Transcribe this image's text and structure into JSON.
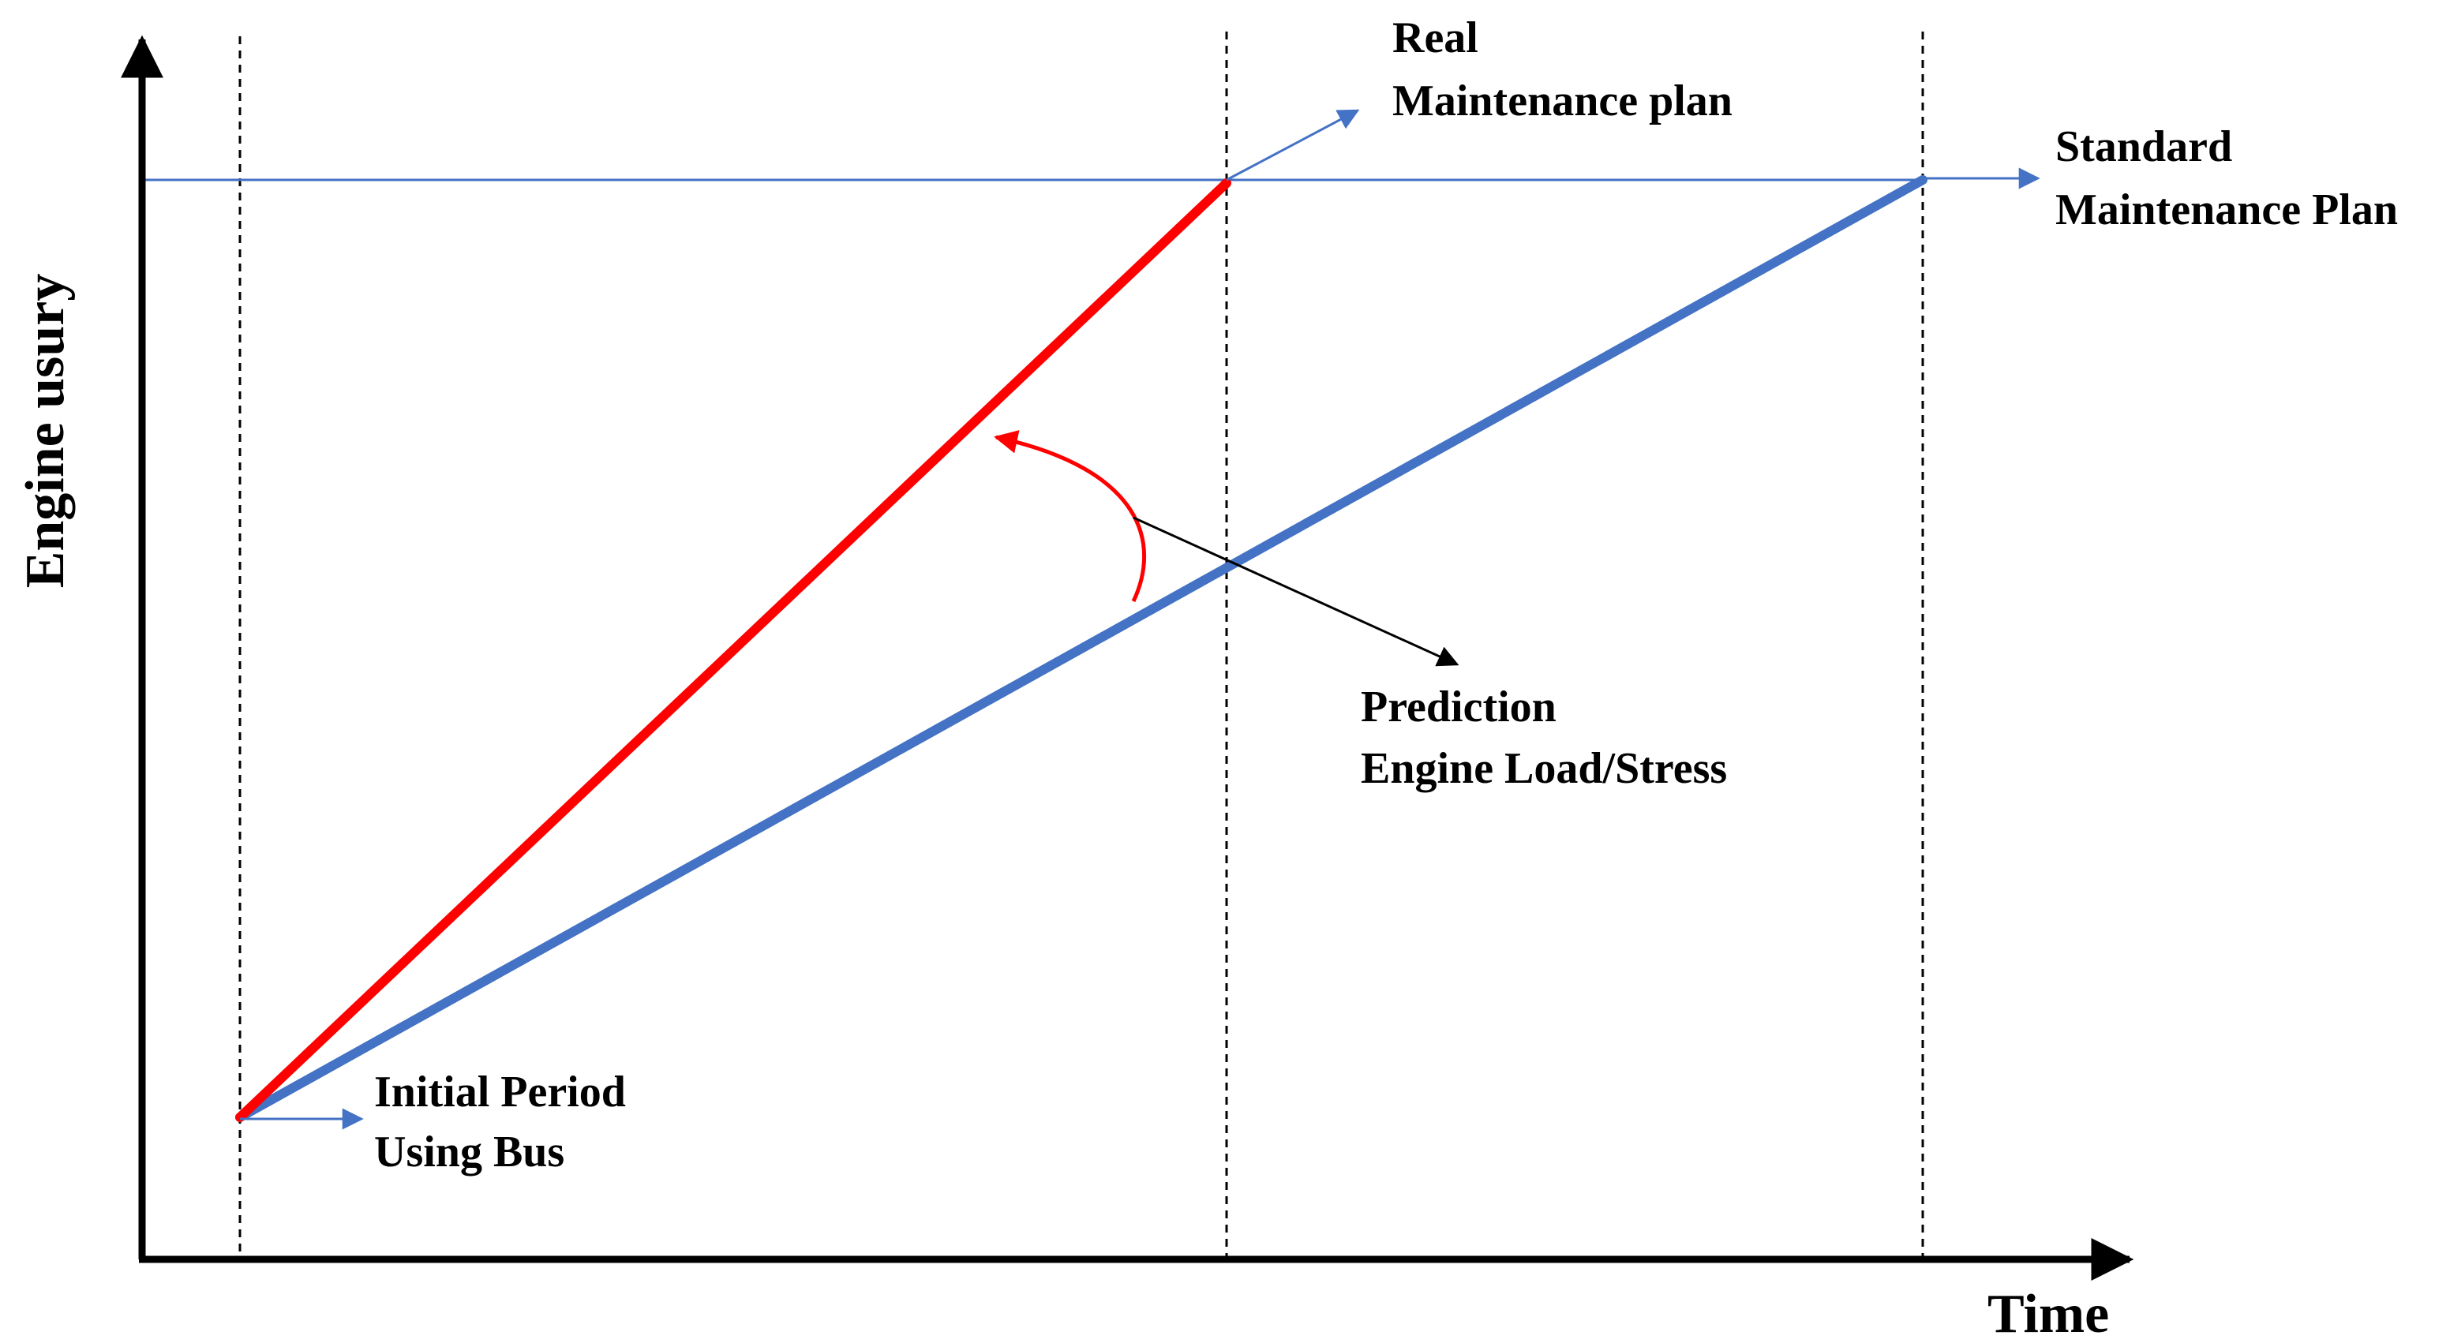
{
  "diagram": {
    "x_axis_label": "Time",
    "y_axis_label": "Engine usury",
    "annotations": {
      "real_line1": "Real",
      "real_line2": "Maintenance plan",
      "standard_line1": "Standard",
      "standard_line2": "Maintenance Plan",
      "prediction_line1": "Prediction",
      "prediction_line2": "Engine Load/Stress",
      "initial_line1": "Initial Period",
      "initial_line2": "Using Bus"
    },
    "colors": {
      "real_line": "#ff0000",
      "standard_line": "#4472c4",
      "axis": "#000000",
      "guide": "#000000",
      "callout_arrow": "#4472c4"
    }
  }
}
